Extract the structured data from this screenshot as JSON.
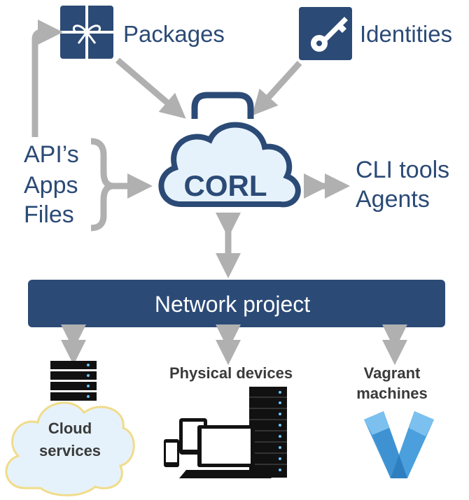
{
  "top_labels": {
    "packages": "Packages",
    "identities": "Identities"
  },
  "left_inputs": [
    "API’s",
    "Apps",
    "Files"
  ],
  "right_inputs": [
    "CLI tools",
    "Agents"
  ],
  "core": {
    "label": "CORL"
  },
  "bar": {
    "label": "Network project"
  },
  "targets": {
    "cloud": [
      "Cloud",
      "services"
    ],
    "physical": "Physical devices",
    "vagrant": [
      "Vagrant",
      "machines"
    ]
  },
  "colors": {
    "navy": "#2b4a76",
    "arrow_gray": "#b0b0b0",
    "cloud_fill": "#e6f2fb",
    "vagrant_blue": "#4a9fdc"
  },
  "icons": [
    "gift-box-icon",
    "key-icon",
    "server-rack-icon",
    "cloud-icon",
    "phone-icon",
    "tablet-icon",
    "laptop-icon",
    "vagrant-logo-icon"
  ]
}
